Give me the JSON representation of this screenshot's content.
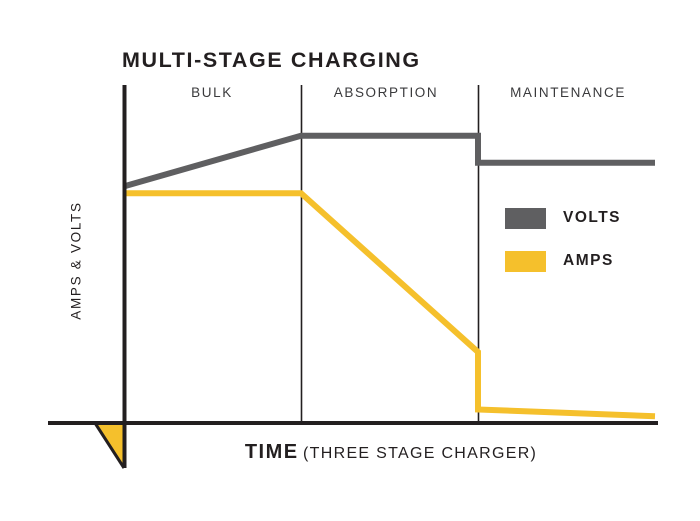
{
  "chart_data": {
    "type": "line",
    "title": "MULTI-STAGE CHARGING",
    "xlabel_strong": "TIME",
    "xlabel_paren": "(THREE STAGE CHARGER)",
    "ylabel": "AMPS & VOLTS",
    "grid": false,
    "legend_position": "inside-right",
    "axis_ticks": "none",
    "xlim": [
      0,
      3
    ],
    "ylim": [
      0,
      1
    ],
    "stages": [
      {
        "name": "BULK",
        "x_start": 0.0,
        "x_end": 1.0
      },
      {
        "name": "ABSORPTION",
        "x_start": 1.0,
        "x_end": 2.0
      },
      {
        "name": "MAINTENANCE",
        "x_start": 2.0,
        "x_end": 3.0
      }
    ],
    "series": [
      {
        "name": "VOLTS",
        "color": "#5f5f61",
        "points": [
          {
            "x": 0.0,
            "y": 0.7
          },
          {
            "x": 1.0,
            "y": 0.85
          },
          {
            "x": 2.0,
            "y": 0.85
          },
          {
            "x": 2.0,
            "y": 0.77
          },
          {
            "x": 3.0,
            "y": 0.77
          }
        ]
      },
      {
        "name": "AMPS",
        "color": "#f5c02c",
        "points": [
          {
            "x": 0.0,
            "y": 0.68
          },
          {
            "x": 1.0,
            "y": 0.68
          },
          {
            "x": 2.0,
            "y": 0.21
          },
          {
            "x": 2.0,
            "y": 0.04
          },
          {
            "x": 3.0,
            "y": 0.02
          }
        ]
      }
    ],
    "annotations": [
      {
        "name": "origin-wedge",
        "shape": "triangle",
        "color": "#f5c02c",
        "description": "filled yellow right triangle below origin"
      }
    ]
  },
  "legend": {
    "items": [
      {
        "label": "VOLTS",
        "color": "#5f5f61"
      },
      {
        "label": "AMPS",
        "color": "#f5c02c"
      }
    ]
  },
  "colors": {
    "volts": "#5f5f61",
    "amps": "#f5c02c",
    "axis": "#231f20",
    "divider": "#231f20",
    "background": "#ffffff"
  }
}
